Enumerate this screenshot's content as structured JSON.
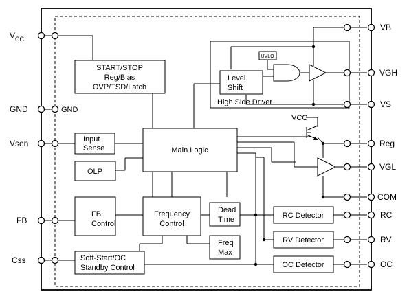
{
  "pins_left": {
    "vcc": "V",
    "vcc_sub": "CC",
    "gnd": "GND",
    "gnd_inner": "GND",
    "vsen": "Vsen",
    "fb": "FB",
    "css": "Css"
  },
  "pins_right": {
    "vb": "VB",
    "vgh": "VGH",
    "vs": "VS",
    "reg": "Reg",
    "vgl": "VGL",
    "com": "COM",
    "rc": "RC",
    "rv": "RV",
    "oc": "OC"
  },
  "blocks": {
    "start_stop": [
      "START/STOP",
      "Reg/Bias",
      "OVP/TSD/Latch"
    ],
    "input_sense": [
      "Input",
      "Sense"
    ],
    "olp": "OLP",
    "main_logic": "Main Logic",
    "fb_control": [
      "FB",
      "Control"
    ],
    "frequency_control": [
      "Frequency",
      "Control"
    ],
    "dead_time": [
      "Dead",
      "Time"
    ],
    "freq_max": [
      "Freq",
      "Max"
    ],
    "soft_start": [
      "Soft-Start/OC",
      "Standby Control"
    ],
    "level_shift": [
      "Level",
      "Shift"
    ],
    "uvlo": "UVLO",
    "high_side_driver": "High Side Driver",
    "rc_detector": "RC Detector",
    "rv_detector": "RV Detector",
    "oc_detector": "OC Detector",
    "vcc_transistor": "VCC"
  }
}
